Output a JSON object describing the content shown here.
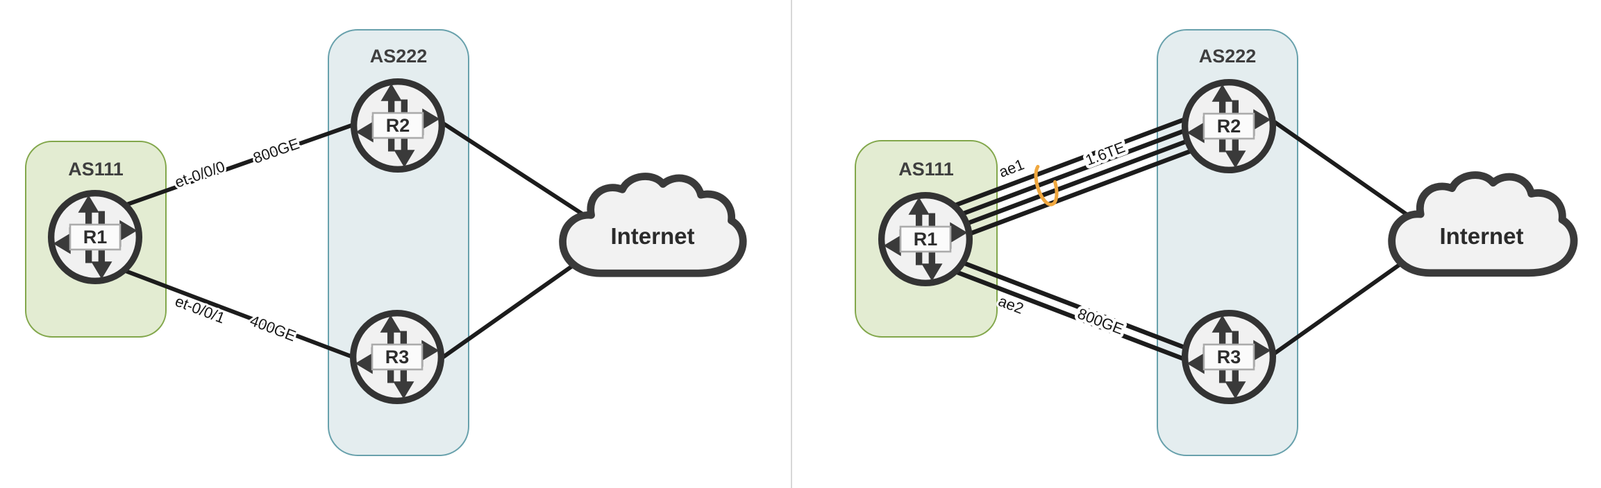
{
  "left": {
    "as_box_1": {
      "label": "AS111"
    },
    "as_box_2": {
      "label": "AS222"
    },
    "routers": {
      "r1": "R1",
      "r2": "R2",
      "r3": "R3"
    },
    "links": {
      "r1_r2": {
        "interface": "et-0/0/0",
        "speed": "800GE",
        "member_links": 1
      },
      "r1_r3": {
        "interface": "et-0/0/1",
        "speed": "400GE",
        "member_links": 1
      }
    },
    "cloud": {
      "label": "Internet"
    }
  },
  "right": {
    "as_box_1": {
      "label": "AS111"
    },
    "as_box_2": {
      "label": "AS222"
    },
    "routers": {
      "r1": "R1",
      "r2": "R2",
      "r3": "R3"
    },
    "links": {
      "r1_r2": {
        "interface": "ae1",
        "speed": "1.6TE",
        "member_links": 4,
        "lag_marker": true
      },
      "r1_r3": {
        "interface": "ae2",
        "speed": "800GE",
        "member_links": 2,
        "lag_marker": false
      }
    },
    "cloud": {
      "label": "Internet"
    }
  },
  "colors": {
    "as111_fill": "#e3ecd2",
    "as111_border": "#82a74b",
    "as222_fill": "#e4edef",
    "as222_border": "#68a1ac",
    "router_fill": "#f1f1f1",
    "router_border": "#333333",
    "link_color": "#1c1c1c",
    "cloud_fill": "#f2f2f2",
    "cloud_border": "#3a3a3a",
    "lag_marker_color": "#f0a73e",
    "divider_color": "#d7d7d7"
  }
}
